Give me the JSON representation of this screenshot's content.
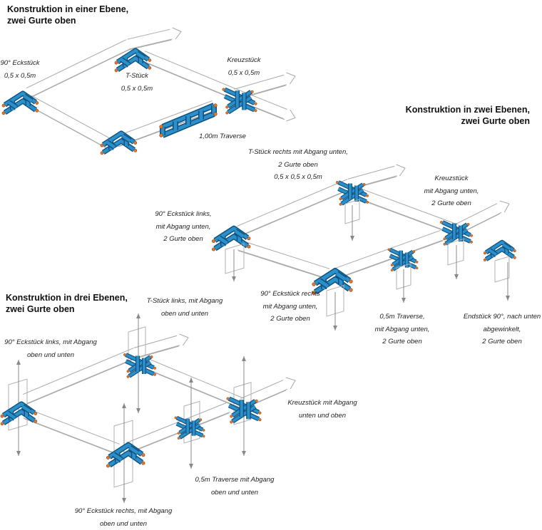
{
  "headings": {
    "one_level": [
      "Konstruktion in einer Ebene,",
      "zwei Gurte oben"
    ],
    "two_levels": [
      "Konstruktion in zwei Ebenen,",
      "zwei Gurte oben"
    ],
    "three_levels": [
      "Konstruktion in drei Ebenen,",
      "zwei Gurte oben"
    ]
  },
  "labels_one_level": {
    "corner": [
      "90° Eckstück",
      "0,5 x 0,5m"
    ],
    "tee": [
      "T-Stück",
      "0,5 x 0,5m"
    ],
    "cross": [
      "Kreuzstück",
      "0,5 x 0,5m"
    ],
    "traverse": [
      "1,00m Traverse"
    ]
  },
  "labels_two_levels": {
    "tee": [
      "T-Stück rechts mit Abgang unten,",
      "2 Gurte oben",
      "0,5 x 0,5 x 0,5m"
    ],
    "cross": [
      "Kreuzstück",
      "mit Abgang unten,",
      "2 Gurte oben"
    ],
    "corner_left": [
      "90° Eckstück links,",
      "mit Abgang unten,",
      "2 Gurte oben"
    ],
    "corner_right": [
      "90° Eckstück rechts",
      "mit Abgang unten,",
      "2 Gurte oben"
    ],
    "traverse": [
      "0,5m Traverse,",
      "mit Abgang unten,",
      "2 Gurte oben"
    ],
    "end": [
      "Endstück 90°, nach unten",
      "abgewinkelt,",
      "2 Gurte oben"
    ]
  },
  "labels_three_levels": {
    "tee": [
      "T-Stück links, mit Abgang",
      "oben und unten"
    ],
    "corner_left": [
      "90° Eckstück links, mit Abgang",
      "oben und unten"
    ],
    "cross": [
      "Kreuzstück mit Abgang",
      "unten und oben"
    ],
    "traverse": [
      "0,5m Traverse mit Abgang",
      "oben und unten"
    ],
    "corner_right": [
      "90° Eckstück rechts, mit Abgang",
      "oben und unten"
    ]
  },
  "colors": {
    "tube_dark": "#0e4f7d",
    "tube_light": "#2b8fc9",
    "pin": "#e8762b",
    "beam": "#a8a8a8"
  }
}
